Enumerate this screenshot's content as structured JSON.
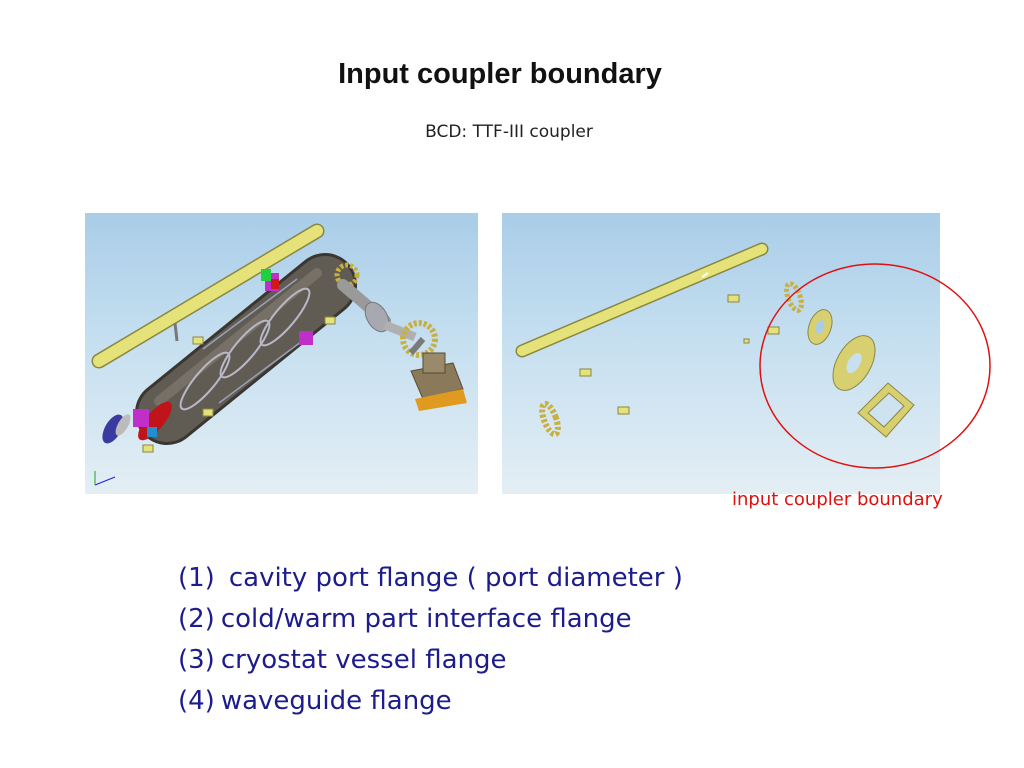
{
  "slide": {
    "title": "Input coupler boundary",
    "subtitle": "BCD: TTF-III coupler",
    "boundary_label": "input coupler boundary",
    "list": [
      {
        "number": "(1)",
        "text": "cavity port flange ( port diameter )"
      },
      {
        "number": "(2)",
        "text": "cold/warm part interface flange"
      },
      {
        "number": "(3)",
        "text": "cryostat vessel flange"
      },
      {
        "number": "(4)",
        "text": "waveguide flange"
      }
    ]
  },
  "colors": {
    "title": "#111111",
    "list_text": "#1c1c8c",
    "boundary_red": "#e01010",
    "cad_background_top": "#a9cde8",
    "cad_background_bottom": "#e4eef4",
    "cad_yellow": "#e6e27a",
    "cad_gray": "#5f5a52"
  }
}
